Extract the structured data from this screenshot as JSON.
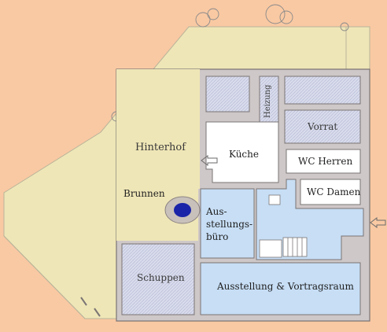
{
  "plan": {
    "colors": {
      "background": "#f9c9a3",
      "courtyard": "#efe6b7",
      "wall": "#cfc8c8",
      "room_white": "#ffffff",
      "room_blue": "#c7def5",
      "room_hatched": "#d9dcec",
      "fountain": "#1a24a8"
    },
    "labels": {
      "hinterhof": "Hinterhof",
      "brunnen": "Brunnen",
      "schuppen": "Schuppen",
      "kueche": "Küche",
      "heizung": "Heizung",
      "vorrat": "Vorrat",
      "wc_herren": "WC Herren",
      "wc_damen": "WC Damen",
      "buero_line1": "Aus-",
      "buero_line2": "stellungs-",
      "buero_line3": "büro",
      "ausstellung": "Ausstellung & Vortragsraum"
    },
    "icons": {
      "entrance_west": "arrow-left-outline-icon",
      "entrance_east": "arrow-left-outline-icon",
      "stairs": "staircase-icon",
      "trees": "tree-outline-icon"
    }
  }
}
